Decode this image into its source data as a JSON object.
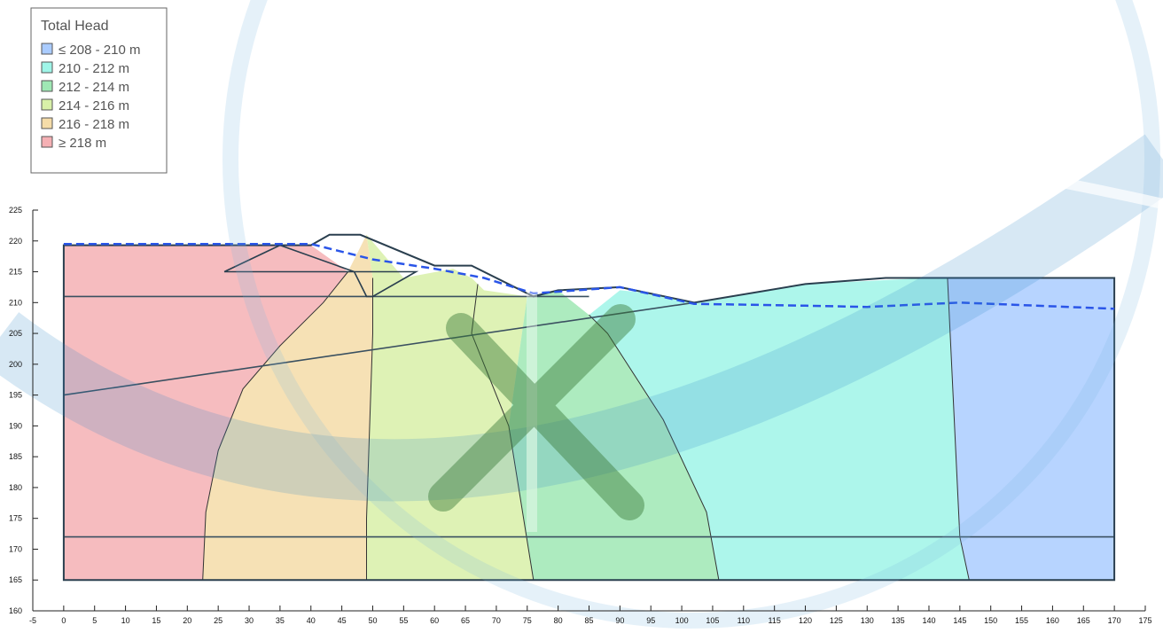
{
  "chart_data": {
    "type": "area",
    "title": "",
    "xlabel": "",
    "ylabel": "",
    "xlim": [
      -5,
      175
    ],
    "ylim": [
      160,
      225
    ],
    "x_ticks": [
      -5,
      0,
      5,
      10,
      15,
      20,
      25,
      30,
      35,
      40,
      45,
      50,
      55,
      60,
      65,
      70,
      75,
      80,
      85,
      90,
      95,
      100,
      105,
      110,
      115,
      120,
      125,
      130,
      135,
      140,
      145,
      150,
      155,
      160,
      165,
      170,
      175
    ],
    "y_ticks": [
      160,
      165,
      170,
      175,
      180,
      185,
      190,
      195,
      200,
      205,
      210,
      215,
      220,
      225
    ],
    "grid": false,
    "legend": {
      "title": "Total Head",
      "placement": "top-left",
      "entries": [
        {
          "label": "≤ 208 - 210 m",
          "color": "#aaccff"
        },
        {
          "label": "210 - 212 m",
          "color": "#9ff5e8"
        },
        {
          "label": "212 - 214 m",
          "color": "#9fe8b4"
        },
        {
          "label": "214 - 216 m",
          "color": "#d8f0a8"
        },
        {
          "label": "216 - 218 m",
          "color": "#f5dca8"
        },
        {
          "label": "≥ 218 m",
          "color": "#f5b0b4"
        }
      ]
    },
    "series": [
      {
        "range": "≥ 218 m",
        "color": "#f5b0b4",
        "polygon": [
          [
            0,
            165
          ],
          [
            0,
            219.3
          ],
          [
            40,
            219.3
          ],
          [
            46,
            215
          ],
          [
            42,
            210
          ],
          [
            35,
            203
          ],
          [
            29,
            196
          ],
          [
            25,
            186
          ],
          [
            23,
            176
          ],
          [
            22.5,
            165
          ]
        ]
      },
      {
        "range": "216 - 218 m",
        "color": "#f5dca8",
        "polygon": [
          [
            22.5,
            165
          ],
          [
            23,
            176
          ],
          [
            25,
            186
          ],
          [
            29,
            196
          ],
          [
            35,
            203
          ],
          [
            42,
            210
          ],
          [
            46,
            215
          ],
          [
            49,
            221
          ],
          [
            50,
            214
          ],
          [
            50,
            205
          ],
          [
            49.5,
            190
          ],
          [
            49,
            175
          ],
          [
            49,
            165
          ]
        ]
      },
      {
        "range": "214 - 216 m",
        "color": "#d8f0a8",
        "polygon": [
          [
            49,
            165
          ],
          [
            49,
            175
          ],
          [
            49.5,
            190
          ],
          [
            50,
            205
          ],
          [
            50,
            214
          ],
          [
            49,
            221
          ],
          [
            55,
            214
          ],
          [
            63,
            215.5
          ],
          [
            66,
            214
          ],
          [
            68,
            212
          ],
          [
            75,
            211
          ],
          [
            72,
            190
          ],
          [
            76,
            165
          ]
        ]
      },
      {
        "range": "212 - 214 m",
        "color": "#9fe8b4",
        "polygon": [
          [
            76,
            165
          ],
          [
            72,
            190
          ],
          [
            75,
            211
          ],
          [
            80,
            212
          ],
          [
            85,
            208
          ],
          [
            88,
            205
          ],
          [
            97,
            191
          ],
          [
            104,
            176
          ],
          [
            106,
            165
          ]
        ]
      },
      {
        "range": "210 - 212 m",
        "color": "#9ff5e8",
        "polygon": [
          [
            106,
            165
          ],
          [
            104,
            176
          ],
          [
            97,
            191
          ],
          [
            88,
            205
          ],
          [
            85,
            208
          ],
          [
            90,
            212
          ],
          [
            95,
            211.5
          ],
          [
            102,
            210
          ],
          [
            120,
            213
          ],
          [
            140,
            214
          ],
          [
            143,
            214
          ],
          [
            145,
            172
          ],
          [
            146.5,
            165
          ]
        ]
      },
      {
        "range": "≤ 208 - 210 m",
        "color": "#aaccff",
        "polygon": [
          [
            146.5,
            165
          ],
          [
            145,
            172
          ],
          [
            143,
            214
          ],
          [
            170,
            214
          ],
          [
            170,
            165
          ]
        ]
      }
    ],
    "head_boundaries": [
      [
        [
          22.5,
          165
        ],
        [
          23,
          176
        ],
        [
          25,
          186
        ],
        [
          29,
          196
        ],
        [
          35,
          203
        ],
        [
          42,
          210
        ],
        [
          46,
          215
        ]
      ],
      [
        [
          49,
          165
        ],
        [
          49,
          175
        ],
        [
          49.5,
          190
        ],
        [
          50,
          205
        ],
        [
          50,
          214
        ]
      ],
      [
        [
          76,
          165
        ],
        [
          72,
          190
        ],
        [
          66,
          205
        ],
        [
          67,
          213
        ]
      ],
      [
        [
          106,
          165
        ],
        [
          104,
          176
        ],
        [
          97,
          191
        ],
        [
          88,
          205
        ],
        [
          85,
          208
        ]
      ],
      [
        [
          146.5,
          165
        ],
        [
          145,
          172
        ],
        [
          143,
          214
        ]
      ]
    ],
    "domain_outline": [
      [
        0,
        165
      ],
      [
        0,
        219.3
      ],
      [
        40,
        219.3
      ],
      [
        43,
        221
      ],
      [
        48,
        221
      ],
      [
        60,
        216
      ],
      [
        66,
        216
      ],
      [
        76,
        211
      ],
      [
        80,
        212
      ],
      [
        90,
        212.5
      ],
      [
        102,
        210
      ],
      [
        120,
        213
      ],
      [
        133,
        214
      ],
      [
        170,
        214
      ],
      [
        170,
        165
      ]
    ],
    "layer_lines": [
      [
        [
          0,
          172
        ],
        [
          170,
          172
        ]
      ],
      [
        [
          0,
          211
        ],
        [
          85,
          211
        ]
      ],
      [
        [
          0,
          195
        ],
        [
          102,
          210
        ]
      ]
    ],
    "embankment": [
      [
        26,
        215
      ],
      [
        46,
        215
      ],
      [
        57,
        215
      ],
      [
        50,
        211
      ],
      [
        49,
        211
      ],
      [
        47,
        215
      ],
      [
        35,
        219.3
      ]
    ],
    "phreatic_line": [
      [
        0,
        219.5
      ],
      [
        40,
        219.5
      ],
      [
        50,
        217
      ],
      [
        60,
        215.5
      ],
      [
        68,
        214
      ],
      [
        76,
        211.5
      ],
      [
        90,
        212.5
      ],
      [
        102,
        209.8
      ],
      [
        120,
        209.5
      ],
      [
        130,
        209.3
      ],
      [
        145,
        210
      ],
      [
        170,
        209
      ]
    ]
  }
}
